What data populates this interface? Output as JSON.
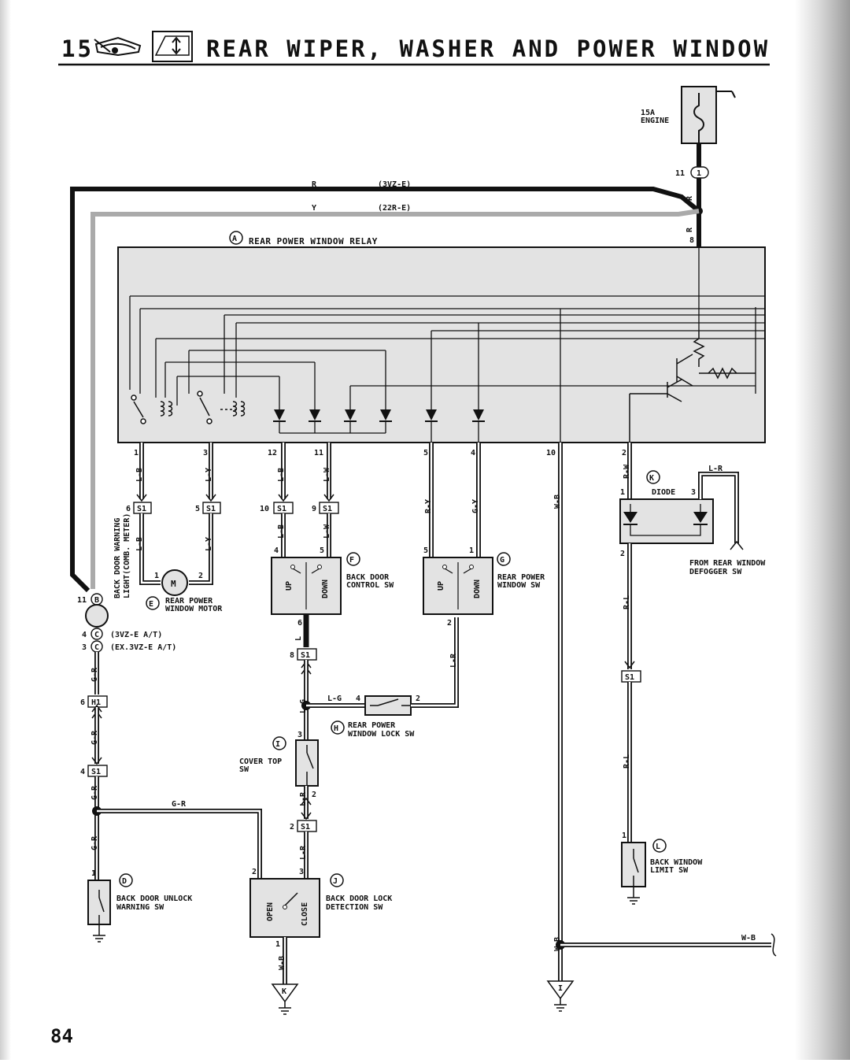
{
  "header": {
    "section_number": "15",
    "title": "REAR WIPER, WASHER AND POWER WINDOW"
  },
  "page_number": "84",
  "fuse": {
    "rating": "15A",
    "name": "ENGINE"
  },
  "supply_wires": {
    "r_label": "R",
    "r_variant": "(3VZ-E)",
    "y_label": "Y",
    "y_variant": "(22R-E)"
  },
  "components": {
    "relay": {
      "letter": "A",
      "name": "REAR POWER WINDOW RELAY"
    },
    "comb_meter": {
      "letter": "B",
      "name_line1": "BACK DOOR WARNING",
      "name_line2": "LIGHT(COMB. METER)"
    },
    "connector_c": {
      "letter": "C",
      "variant1": "(3VZ-E A/T)",
      "variant2": "(EX.3VZ-E A/T)"
    },
    "unlock_sw": {
      "letter": "D",
      "name_line1": "BACK DOOR UNLOCK",
      "name_line2": "WARNING SW"
    },
    "motor": {
      "letter": "E",
      "name_line1": "REAR POWER",
      "name_line2": "WINDOW MOTOR",
      "symbol": "M"
    },
    "back_door_control_sw": {
      "letter": "F",
      "name_line1": "BACK DOOR",
      "name_line2": "CONTROL SW",
      "up": "UP",
      "down": "DOWN"
    },
    "rear_power_window_sw": {
      "letter": "G",
      "name_line1": "REAR POWER",
      "name_line2": "WINDOW SW",
      "up": "UP",
      "down": "DOWN"
    },
    "window_lock_sw": {
      "letter": "H",
      "name_line1": "REAR POWER",
      "name_line2": "WINDOW LOCK SW"
    },
    "cover_top_sw": {
      "letter": "I",
      "name_line1": "COVER TOP",
      "name_line2": "SW"
    },
    "lock_detection_sw": {
      "letter": "J",
      "name_line1": "BACK DOOR LOCK",
      "name_line2": "DETECTION SW",
      "open": "OPEN",
      "close": "CLOSE"
    },
    "diode": {
      "letter": "K",
      "name": "DIODE"
    },
    "limit_sw": {
      "letter": "L",
      "name_line1": "BACK WINDOW",
      "name_line2": "LIMIT SW"
    },
    "defogger_note": {
      "line1": "FROM REAR WINDOW",
      "line2": "DEFOGGER SW"
    }
  },
  "grounds": {
    "k": "K",
    "i": "I"
  },
  "wire_colors": {
    "lb": "L-B",
    "ly": "L-Y",
    "lw": "L-W",
    "ry": "R-Y",
    "gy": "G-Y",
    "wb": "W-B",
    "rw": "R-W",
    "rl": "R-L",
    "lr": "L-R",
    "gr": "G-R",
    "lg": "L-G",
    "l": "L",
    "r": "R"
  },
  "junctions": {
    "s1": "S1",
    "h1": "H1"
  },
  "pins": {
    "p1": "1",
    "p2": "2",
    "p3": "3",
    "p4": "4",
    "p5": "5",
    "p6": "6",
    "p8": "8",
    "p9": "9",
    "p10": "10",
    "p11": "11",
    "p12": "12"
  }
}
